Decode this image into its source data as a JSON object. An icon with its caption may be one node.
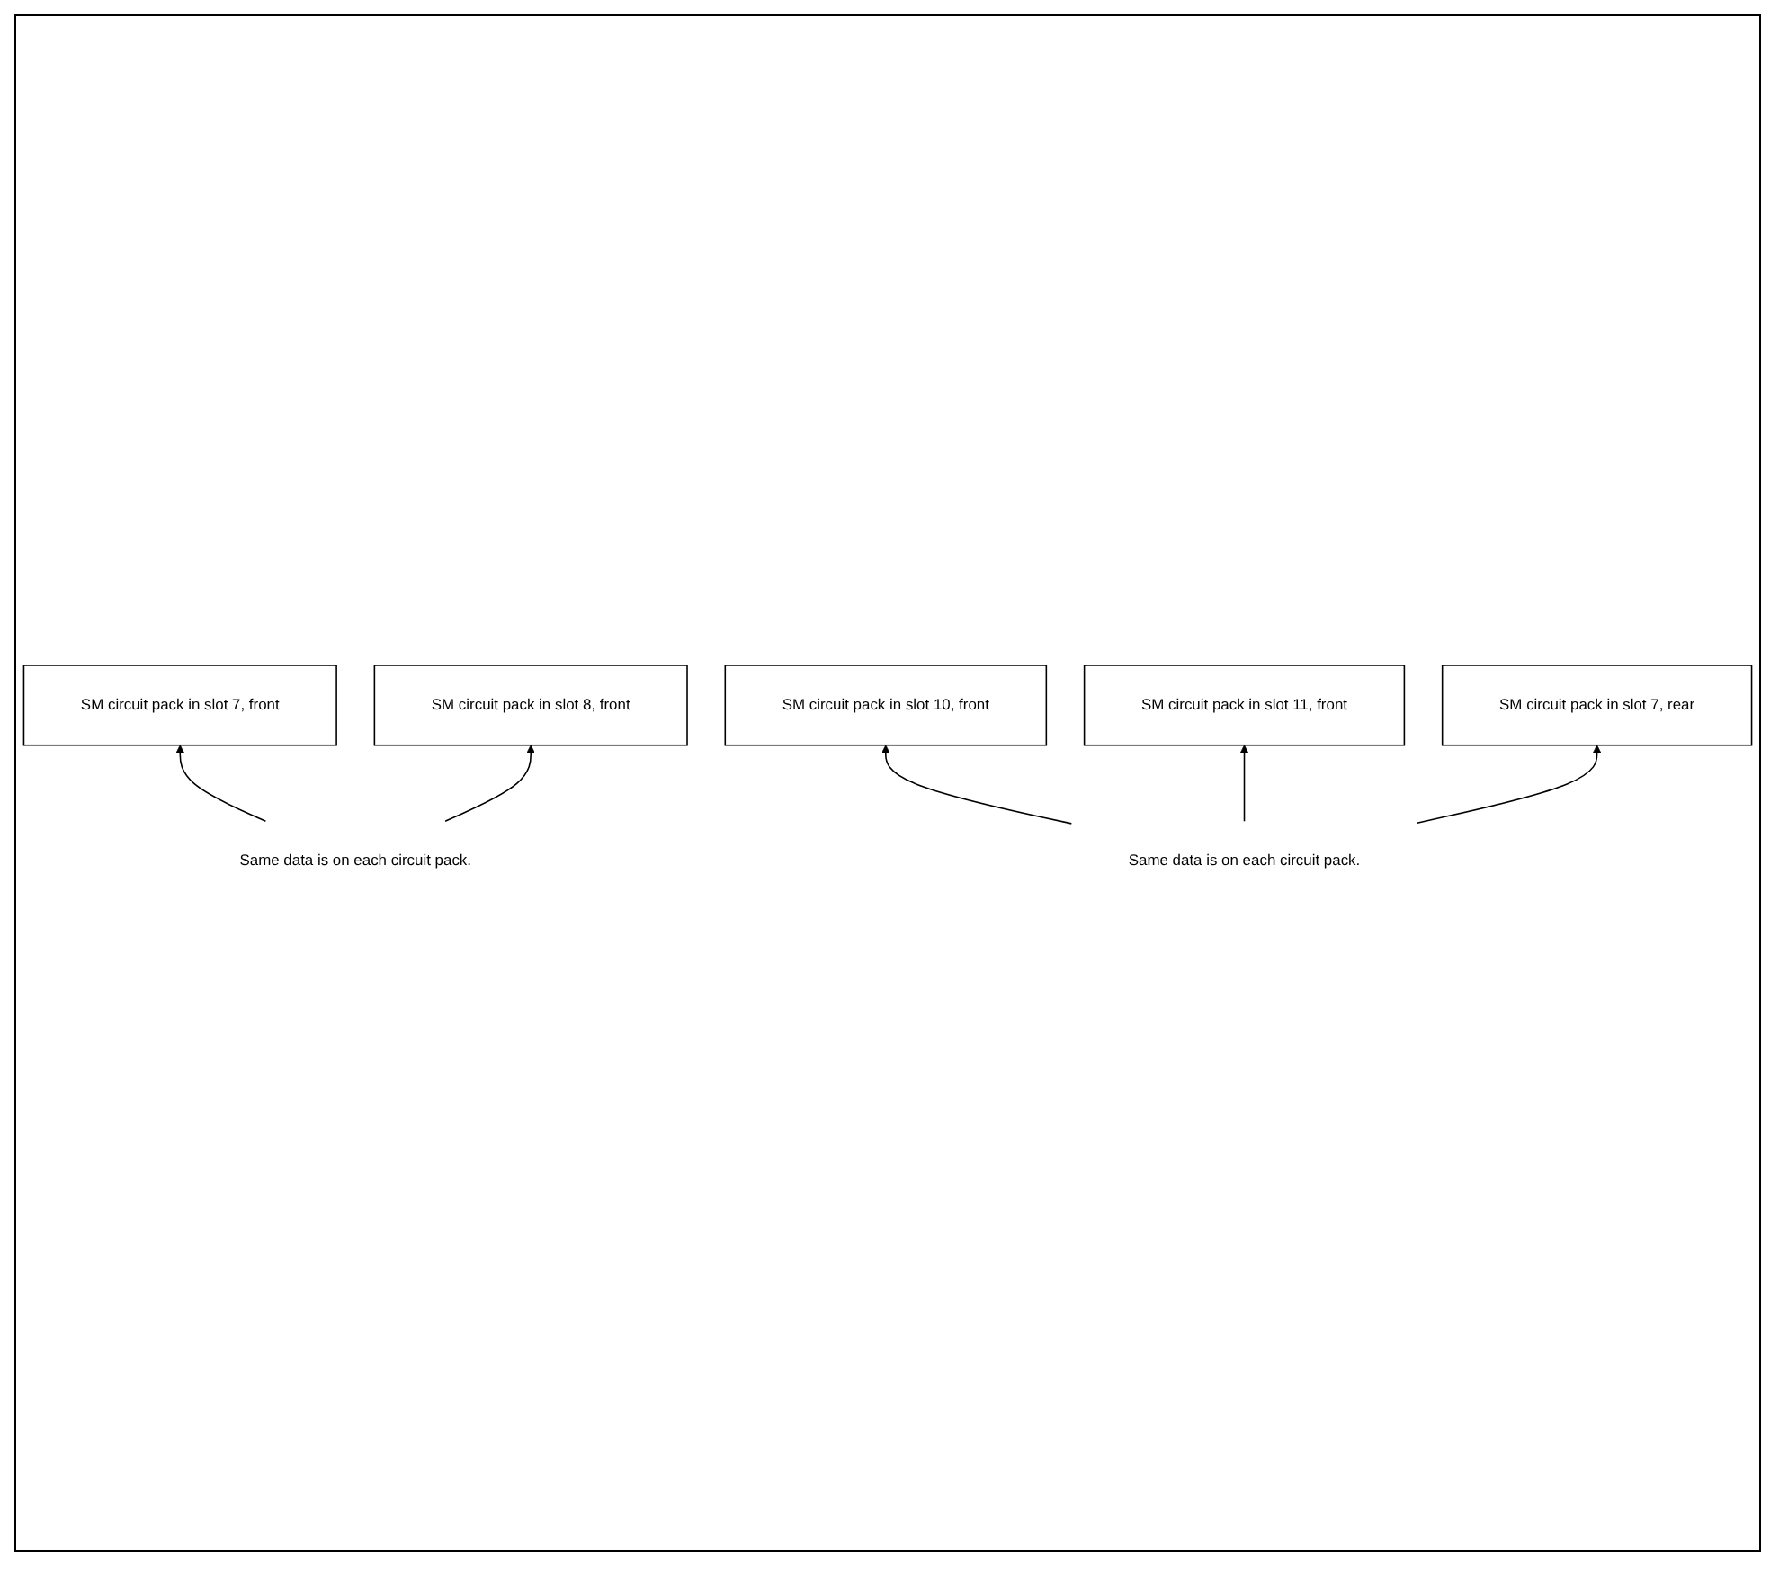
{
  "diagram": {
    "nodes": [
      {
        "text": [
          "SM circuit pack in slot 7, front"
        ]
      },
      {
        "text": [
          "SM circuit pack in slot 8, front"
        ]
      },
      {
        "text": [
          "Same data is on each circuit pack."
        ]
      },
      {
        "text": [
          "SM circuit pack in slot 10, front"
        ]
      },
      {
        "text": [
          "SM circuit pack in slot 11, front"
        ]
      },
      {
        "text": [
          "SM circuit pack in slot 7, rear"
        ]
      },
      {
        "text": [
          "Same data is on each circuit pack."
        ]
      }
    ],
    "edges": [
      {
        "from": 2,
        "to": 0,
        "arrow": "to"
      },
      {
        "from": 2,
        "to": 1,
        "arrow": "to"
      },
      {
        "from": 6,
        "to": 3,
        "arrow": "to"
      },
      {
        "from": 6,
        "to": 4,
        "arrow": "to"
      },
      {
        "from": 6,
        "to": 5,
        "arrow": "to"
      }
    ]
  }
}
